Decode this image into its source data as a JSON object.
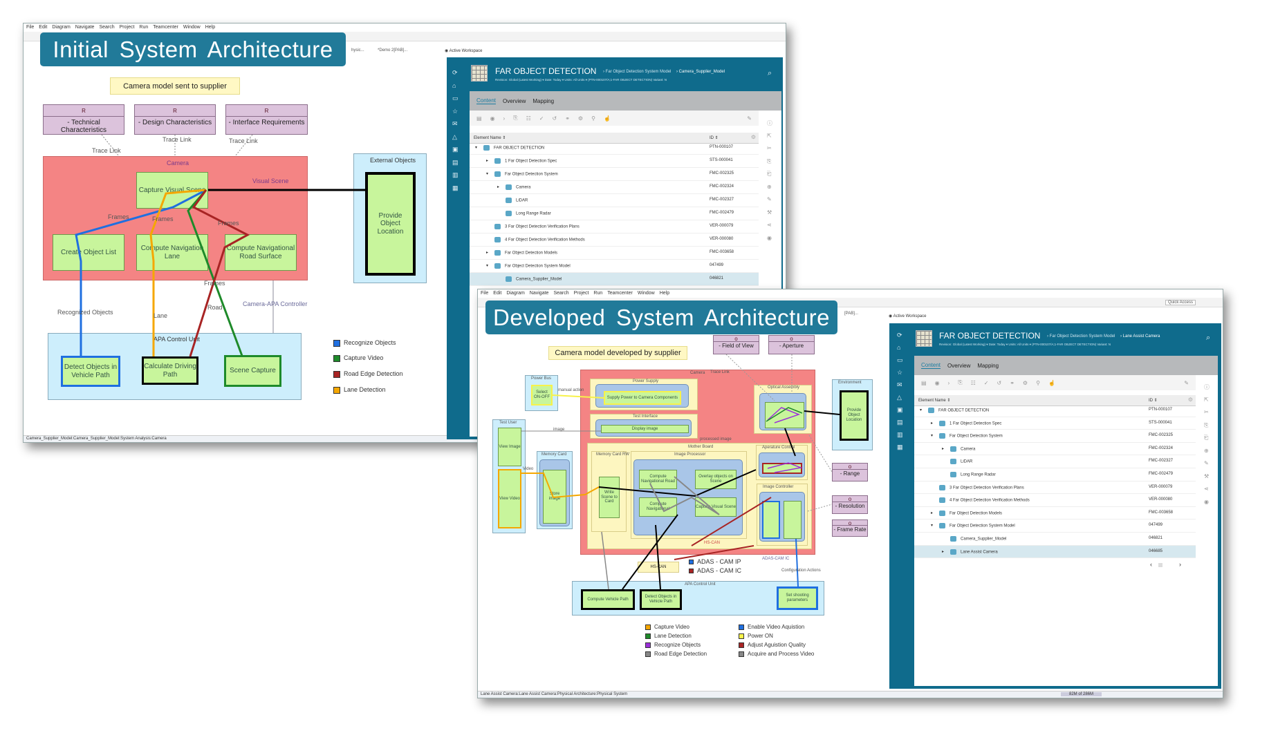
{
  "menu": [
    "File",
    "Edit",
    "Diagram",
    "Navigate",
    "Search",
    "Project",
    "Run",
    "Teamcenter",
    "Window",
    "Help"
  ],
  "initial": {
    "banner": "Initial System Architecture",
    "editor_tabs": [
      "hysic...",
      "*Demo 2[PAB]..."
    ],
    "note": "Camera model sent to supplier",
    "requirements": [
      "- Technical Characteristics",
      "- Design Characteristics",
      "- Interface Requirements"
    ],
    "req_icon": "R",
    "trace_link": "Trace Link",
    "camera": "Camera",
    "external": "External Objects",
    "functions": {
      "capture": "Capture Visual Scene",
      "create_list": "Create Object List",
      "nav_lane": "Compute Navigation Lane",
      "road_surface": "Compute Navigational Road Surface",
      "provide": "Provide Object Location",
      "apa": "APA Control Unit",
      "detect": "Detect Objects in Vehicle Path",
      "calculate": "Calculate Driving Path",
      "scene": "Scene Capture"
    },
    "flows": {
      "visual_scene": "Visual Scene",
      "frames": "Frames",
      "recognized": "Recognized Objects",
      "lane": "Lane",
      "road": "Road",
      "controller": "Camera-APA Controller"
    },
    "legend": [
      {
        "label": "Recognize Objects",
        "color": "#1f6fe0"
      },
      {
        "label": "Capture Video",
        "color": "#1e8a2a"
      },
      {
        "label": "Road Edge Detection",
        "color": "#a82424"
      },
      {
        "label": "Lane Detection",
        "color": "#f5a700"
      }
    ],
    "status": "Camera_Supplier_Model:Camera_Supplier_Model:System Analysis:Camera"
  },
  "developed": {
    "banner": "Developed System Architecture",
    "editor_tab": "[PAB]...",
    "note": "Camera model developed by supplier",
    "requirements": [
      "- Field of View",
      "- Aperture",
      "- Range",
      "- Resolution",
      "- Frame Rate"
    ],
    "boxes": {
      "camera": "Camera",
      "power_bus": "Power Bus",
      "select": "Select ON-OFF",
      "power_supply": "Power Supply",
      "supply": "Supply Power to Camera Components",
      "test_interface": "Test Interface",
      "display": "Display image",
      "mother_board": "Mother Board",
      "image_processor": "Image Processor",
      "memory_card": "Memory Card",
      "store": "Store image",
      "mc_rw": "Memory Card RW",
      "write": "Write Scene to Card",
      "compute_road": "Compute Navigational Road",
      "overlay": "Overlay objects on Scene",
      "compute_nav": "Compute Navigational",
      "capture": "Capture Visual Scene",
      "optical": "Optical Assembly",
      "aperture_ctrl": "Aperature Control",
      "image_ctrl": "Image Controller",
      "environment": "Environment",
      "provide": "Provide Object Location",
      "test_user": "Test User",
      "view_image": "View Image",
      "view_video": "View Video",
      "apa": "APA Control Unit",
      "compute_path": "Compute Vehicle Path",
      "detect": "Detect Objects in Vehicle Path",
      "set_shooting": "Set shooting parameters",
      "hs_can": "HS-CAN"
    },
    "flows": {
      "manual": "manual action",
      "image": "image",
      "processed": "processed image",
      "video": "Video",
      "hs_can": "HS-CAN",
      "adas_ic": "ADAS-CAM IC",
      "config": "Configuration Actions",
      "trace": "Trace Link"
    },
    "bus_legend": [
      {
        "label": "ADAS - CAM IP",
        "color": "#1f6fe0"
      },
      {
        "label": "ADAS - CAM IC",
        "color": "#a82424"
      }
    ],
    "legend": [
      {
        "label": "Capture Video",
        "color": "#f5a700"
      },
      {
        "label": "Lane Detection",
        "color": "#1e8a2a"
      },
      {
        "label": "Recognize Objects",
        "color": "#9b30d9"
      },
      {
        "label": "Road Edge Detection",
        "color": "#888888"
      },
      {
        "label": "Enable Video Aquistion",
        "color": "#1f6fe0"
      },
      {
        "label": "Power ON",
        "color": "#f7f24a"
      },
      {
        "label": "Adjust Aguistion Quality",
        "color": "#a82424"
      },
      {
        "label": "Acquire and Process Video",
        "color": "#888888"
      }
    ],
    "status": "Lane Assist Camera:Lane Assist Camera:Physical Architecture:Physical System",
    "memory": "82M of 286M",
    "quick_access": "Quick Access"
  },
  "workspaces": [
    {
      "tab": "Active Workspace",
      "title": "FAR OBJECT DETECTION",
      "crumbs": [
        "Far Object Detection System Model",
        "Camera_Supplier_Model"
      ],
      "sub": "Revision: Global (Latest Working) ▾    Date: Today ▾    Units: All Units ▾ (PTN-000107/A;1-FAR OBJECT DETECTION)    Variant: N",
      "tabs": [
        "Content",
        "Overview",
        "Mapping"
      ],
      "col_name": "Element Name",
      "col_id": "ID",
      "rows": [
        {
          "name": "FAR OBJECT DETECTION",
          "id": "PTN-000107",
          "depth": 0,
          "toggle": "▾"
        },
        {
          "name": "1 Far Object Detection Spec",
          "id": "STS-000041",
          "depth": 1,
          "toggle": "▸"
        },
        {
          "name": "Far Object Detection System",
          "id": "FMC-002325",
          "depth": 1,
          "toggle": "▾"
        },
        {
          "name": "Camera",
          "id": "FMC-002324",
          "depth": 2,
          "toggle": "▸"
        },
        {
          "name": "LiDAR",
          "id": "FMC-002327",
          "depth": 2,
          "toggle": ""
        },
        {
          "name": "Long Range Radar",
          "id": "FMC-002479",
          "depth": 2,
          "toggle": ""
        },
        {
          "name": "3 Far Object Detection Verification Plans",
          "id": "VER-000079",
          "depth": 1,
          "toggle": ""
        },
        {
          "name": "4 Far Object Detection Verification Methods",
          "id": "VER-000080",
          "depth": 1,
          "toggle": ""
        },
        {
          "name": "Far Object Detection Models",
          "id": "FMC-003658",
          "depth": 1,
          "toggle": "▸"
        },
        {
          "name": "Far Object Detection System Model",
          "id": "047499",
          "depth": 1,
          "toggle": "▾"
        },
        {
          "name": "Camera_Supplier_Model",
          "id": "046821",
          "depth": 2,
          "toggle": "",
          "selected": true
        }
      ]
    },
    {
      "tab": "Active Workspace",
      "title": "FAR OBJECT DETECTION",
      "crumbs": [
        "Far Object Detection System Model",
        "Lane Assist Camera"
      ],
      "sub": "Revision: Global (Latest Working) ▾    Date: Today ▾    Units: All Units ▾ (PTN-000107/A;1-FAR OBJECT DETECTION)    Variant: N",
      "tabs": [
        "Content",
        "Overview",
        "Mapping"
      ],
      "col_name": "Element Name",
      "col_id": "ID",
      "rows": [
        {
          "name": "FAR OBJECT DETECTION",
          "id": "PTN-000107",
          "depth": 0,
          "toggle": "▾"
        },
        {
          "name": "1 Far Object Detection Spec",
          "id": "STS-000041",
          "depth": 1,
          "toggle": "▸"
        },
        {
          "name": "Far Object Detection System",
          "id": "FMC-002325",
          "depth": 1,
          "toggle": "▾"
        },
        {
          "name": "Camera",
          "id": "FMC-002324",
          "depth": 2,
          "toggle": "▸"
        },
        {
          "name": "LiDAR",
          "id": "FMC-002327",
          "depth": 2,
          "toggle": ""
        },
        {
          "name": "Long Range Radar",
          "id": "FMC-002479",
          "depth": 2,
          "toggle": ""
        },
        {
          "name": "3 Far Object Detection Verification Plans",
          "id": "VER-000079",
          "depth": 1,
          "toggle": ""
        },
        {
          "name": "4 Far Object Detection Verification Methods",
          "id": "VER-000080",
          "depth": 1,
          "toggle": ""
        },
        {
          "name": "Far Object Detection Models",
          "id": "FMC-003658",
          "depth": 1,
          "toggle": "▸"
        },
        {
          "name": "Far Object Detection System Model",
          "id": "047499",
          "depth": 1,
          "toggle": "▾"
        },
        {
          "name": "Camera_Supplier_Model",
          "id": "046821",
          "depth": 2,
          "toggle": ""
        },
        {
          "name": "Lane Assist Camera",
          "id": "046685",
          "depth": 2,
          "toggle": "▸",
          "selected": true
        }
      ]
    }
  ]
}
